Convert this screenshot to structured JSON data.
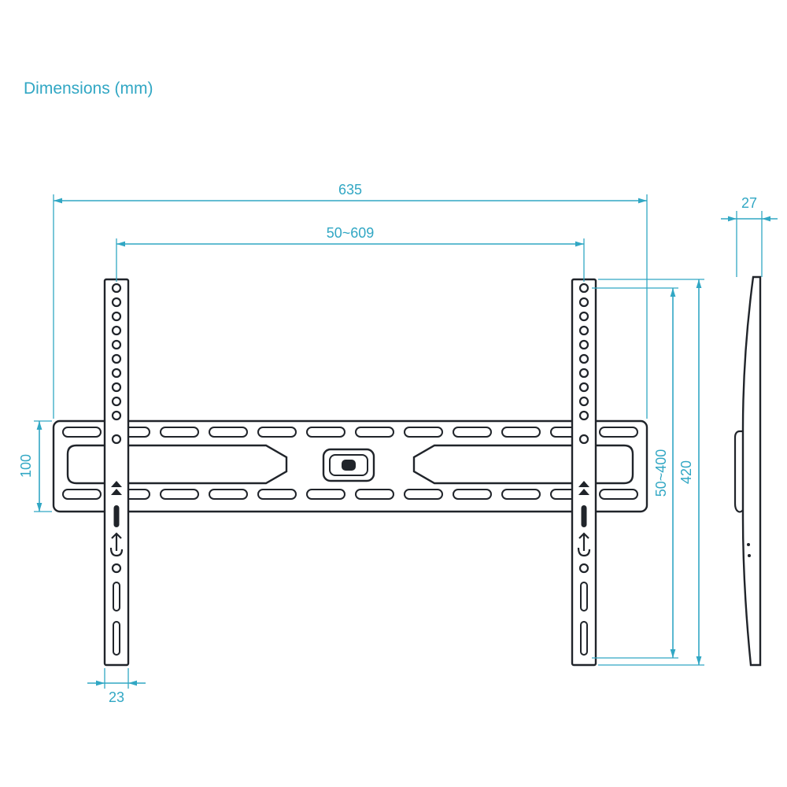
{
  "title": "Dimensions (mm)",
  "colors": {
    "accent": "#31a7c4",
    "ink": "#20242a",
    "background": "#ffffff"
  },
  "dimensions": {
    "total_width": "635",
    "hole_width_range": "50~609",
    "depth": "27",
    "plate_height": "100",
    "hole_height_range": "50~400",
    "bracket_height": "420",
    "rail_width": "23"
  }
}
